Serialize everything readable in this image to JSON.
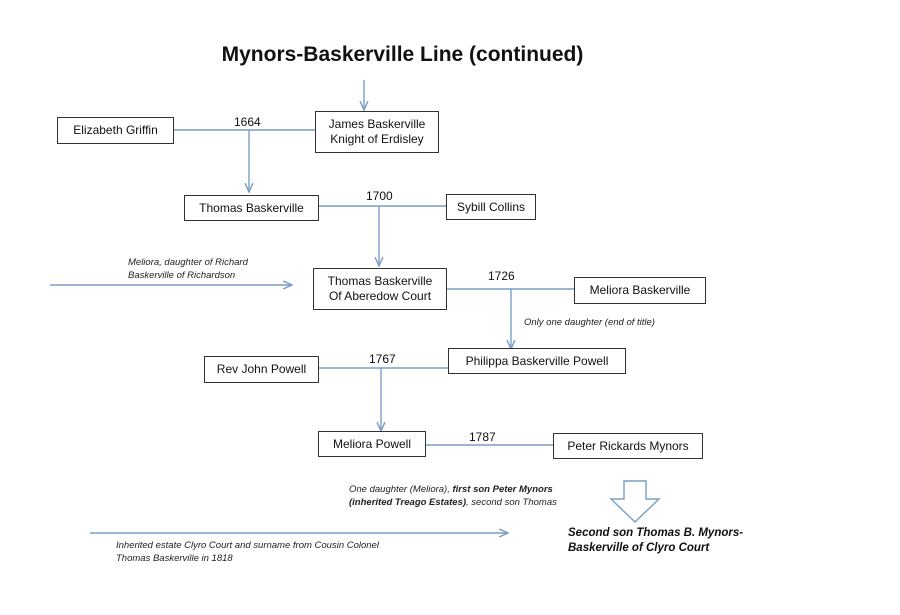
{
  "title": "Mynors-Baskerville Line  (continued)",
  "people": {
    "elizabeth_griffin": "Elizabeth  Griffin",
    "james_baskerville_line1": "James Baskerville",
    "james_baskerville_line2": "Knight of Erdisley",
    "thomas_baskerville_1": "Thomas Baskerville",
    "sybill_collins": "Sybill Collins",
    "thomas_baskerville_2_line1": "Thomas Baskerville",
    "thomas_baskerville_2_line2": "Of Aberedow Court",
    "meliora_baskerville": "Meliora Baskerville",
    "rev_john_powell": "Rev John Powell",
    "philippa_baskerville_powell": "Philippa Baskerville Powell",
    "meliora_powell": "Meliora Powell",
    "peter_rickards_mynors": "Peter Rickards Mynors"
  },
  "years": {
    "m1": "1664",
    "m2": "1700",
    "m3": "1726",
    "m4": "1767",
    "m5": "1787"
  },
  "notes": {
    "meliora_origin_line1": "Meliora, daughter of Richard",
    "meliora_origin_line2": "Baskerville  of Richardson",
    "only_one_daughter": "Only one daughter (end  of title)",
    "children_line1_a": "One daughter (Meliora),",
    "children_line1_b": "first son Peter Mynors",
    "children_line2_a": "(inherited Treago Estates)",
    "children_line2_b": ", second son Thomas",
    "inherited_line1": "Inherited estate  Clyro Court and surname from Cousin Colonel",
    "inherited_line2": "Thomas Baskerville  in 1818"
  },
  "final": {
    "line1": "Second son Thomas  B. Mynors-",
    "line2": "Baskerville of Clyro Court"
  },
  "colors": {
    "connector": "#7a9ec6",
    "box_border": "#333333",
    "text": "#111111"
  }
}
